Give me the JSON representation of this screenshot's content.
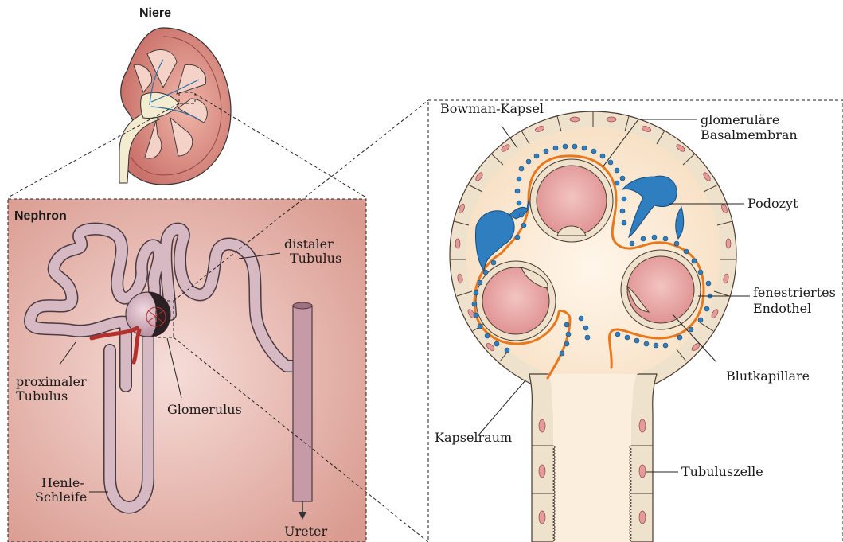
{
  "titles": {
    "kidney": "Niere",
    "nephron": "Nephron"
  },
  "nephron_labels": {
    "distal_1": "distaler",
    "distal_2": "Tubulus",
    "proximal_1": "proximaler",
    "proximal_2": "Tubulus",
    "glomerulus": "Glomerulus",
    "henle_1": "Henle-",
    "henle_2": "Schleife",
    "ureter": "Ureter"
  },
  "glomerulus_labels": {
    "bowman": "Bowman-Kapsel",
    "gbm_1": "glomeruläre",
    "gbm_2": "Basalmembran",
    "podocyte": "Podozyt",
    "endo_1": "fenestriertes",
    "endo_2": "Endothel",
    "capillary": "Blutkapillare",
    "capsule_space": "Kapselraum",
    "tubule_cell": "Tubuluszelle"
  },
  "colors": {
    "nephron_bg": "#dca196",
    "tubule": "#c8a8b2",
    "podocyte": "#2f7fc0",
    "membrane": "#e8781e",
    "capillary": "#e8a0a0",
    "cell": "#efe2cc",
    "capsule_space": "#fbecd6"
  }
}
